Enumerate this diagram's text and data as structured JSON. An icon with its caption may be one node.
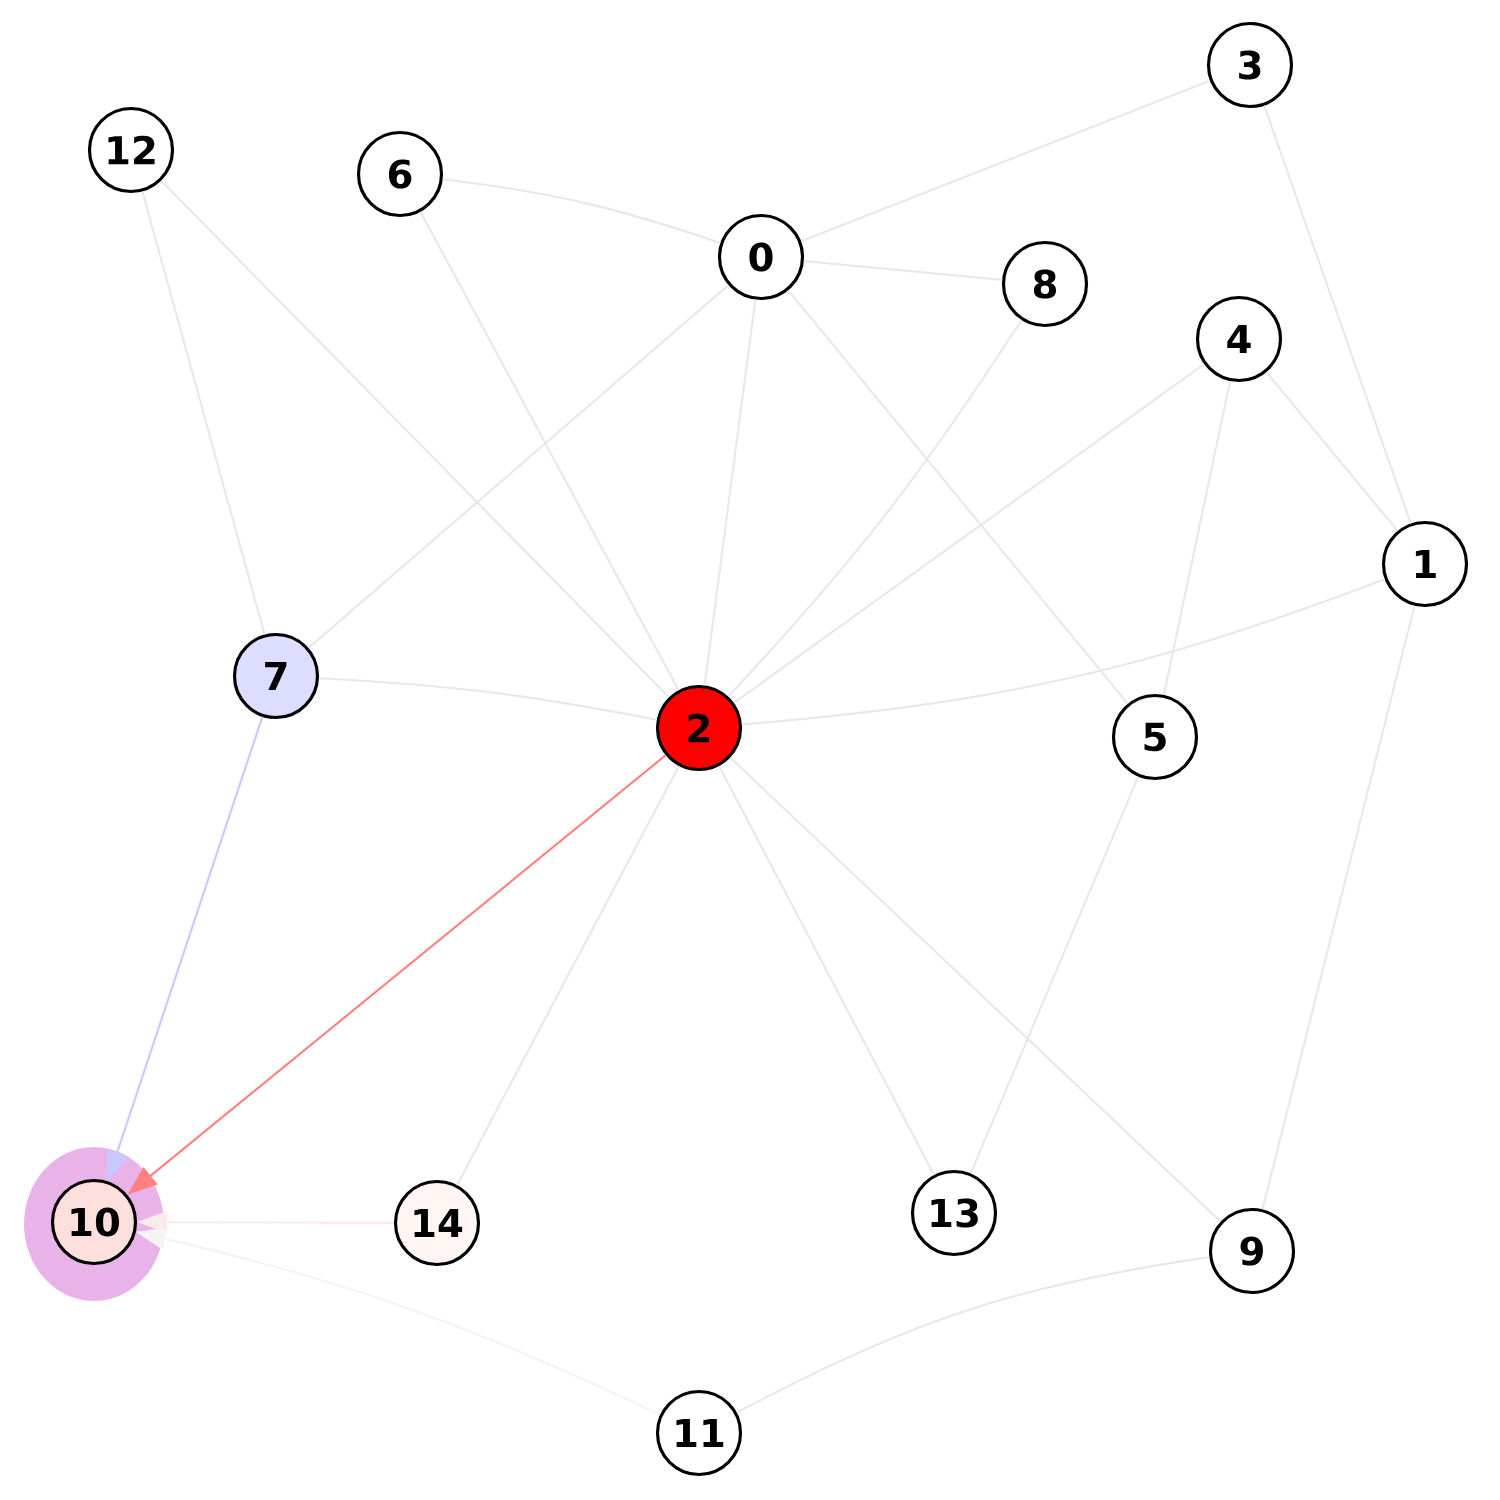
{
  "diagram": {
    "nodes": [
      {
        "text": [
          "0"
        ]
      },
      {
        "text": [
          "1"
        ]
      },
      {
        "text": [
          "2"
        ]
      },
      {
        "text": [
          "3"
        ]
      },
      {
        "text": [
          "4"
        ]
      },
      {
        "text": [
          "5"
        ]
      },
      {
        "text": [
          "6"
        ]
      },
      {
        "text": [
          "7"
        ]
      },
      {
        "text": [
          "8"
        ]
      },
      {
        "text": [
          "9"
        ]
      },
      {
        "text": [
          "10"
        ]
      },
      {
        "text": [
          "11"
        ]
      },
      {
        "text": [
          "12"
        ]
      },
      {
        "text": [
          "13"
        ]
      },
      {
        "text": [
          "14"
        ]
      }
    ],
    "edges": [
      {
        "from": 0,
        "to": 3,
        "arrow": "none"
      },
      {
        "from": 0,
        "to": 6,
        "arrow": "none"
      },
      {
        "from": 0,
        "to": 8,
        "arrow": "none"
      },
      {
        "from": 0,
        "to": 7,
        "arrow": "none"
      },
      {
        "from": 0,
        "to": 2,
        "arrow": "none"
      },
      {
        "from": 0,
        "to": 5,
        "arrow": "none"
      },
      {
        "from": 12,
        "to": 7,
        "arrow": "none"
      },
      {
        "from": 12,
        "to": 2,
        "arrow": "none"
      },
      {
        "from": 6,
        "to": 2,
        "arrow": "none"
      },
      {
        "from": 8,
        "to": 2,
        "arrow": "none"
      },
      {
        "from": 4,
        "to": 2,
        "arrow": "none"
      },
      {
        "from": 4,
        "to": 1,
        "arrow": "none"
      },
      {
        "from": 4,
        "to": 5,
        "arrow": "none"
      },
      {
        "from": 3,
        "to": 1,
        "arrow": "none"
      },
      {
        "from": 1,
        "to": 2,
        "arrow": "none"
      },
      {
        "from": 1,
        "to": 9,
        "arrow": "none"
      },
      {
        "from": 7,
        "to": 2,
        "arrow": "none"
      },
      {
        "from": 2,
        "to": 13,
        "arrow": "none"
      },
      {
        "from": 2,
        "to": 9,
        "arrow": "none"
      },
      {
        "from": 2,
        "to": 14,
        "arrow": "none"
      },
      {
        "from": 5,
        "to": 13,
        "arrow": "none"
      },
      {
        "from": 9,
        "to": 11,
        "arrow": "none"
      },
      {
        "from": 7,
        "to": 10,
        "arrow": "to",
        "color": "#c8c8ff"
      },
      {
        "from": 2,
        "to": 10,
        "arrow": "to",
        "color": "#ff8080"
      },
      {
        "from": 14,
        "to": 10,
        "arrow": "to",
        "color": "#fbeaea"
      },
      {
        "from": 11,
        "to": 10,
        "arrow": "to",
        "color": "#f4f4f4"
      }
    ]
  }
}
